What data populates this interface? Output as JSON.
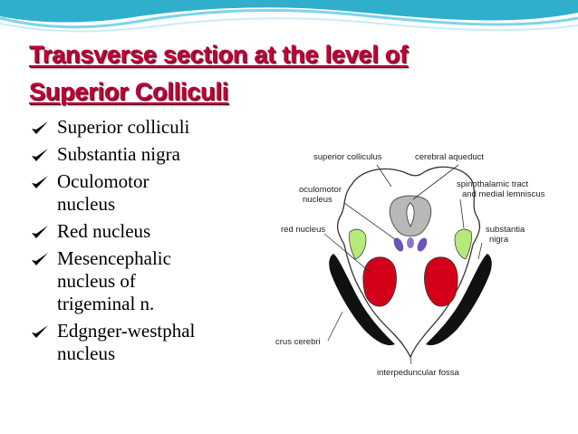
{
  "slide": {
    "title_line1": "Transverse section at the level of",
    "title_line2": "Superior Colliculi",
    "bullets": [
      {
        "line1": "Superior colliculi",
        "line2": ""
      },
      {
        "line1": "Substantia nigra",
        "line2": ""
      },
      {
        "line1": "Oculomotor",
        "line2": "nucleus"
      },
      {
        "line1": "Red nucleus",
        "line2": ""
      },
      {
        "line1": "Mesencephalic",
        "line2": "nucleus of",
        "line3": "trigeminal n."
      },
      {
        "line1": "Edgnger-westphal",
        "line2": "nucleus"
      }
    ],
    "colors": {
      "title": "#c0003a",
      "wave": "#1aa6c8",
      "red": "#d4001a",
      "green": "#b6ea7a",
      "purple": "#6b55b5",
      "gray": "#b8b8b8"
    }
  },
  "diagram": {
    "labels": {
      "superior_colliculus": "superior colliculus",
      "cerebral_aqueduct": "cerebral aqueduct",
      "oculomotor_line1": "oculomotor",
      "oculomotor_line2": "nucleus",
      "spinothalamic_line1": "spinothalamic tract",
      "spinothalamic_line2": "and medial lemniscus",
      "red_nucleus": "red nucleus",
      "substantia_line1": "substantia",
      "substantia_line2": "nigra",
      "crus_cerebri": "crus cerebri",
      "interpeduncular_fossa": "interpeduncular fossa"
    }
  }
}
